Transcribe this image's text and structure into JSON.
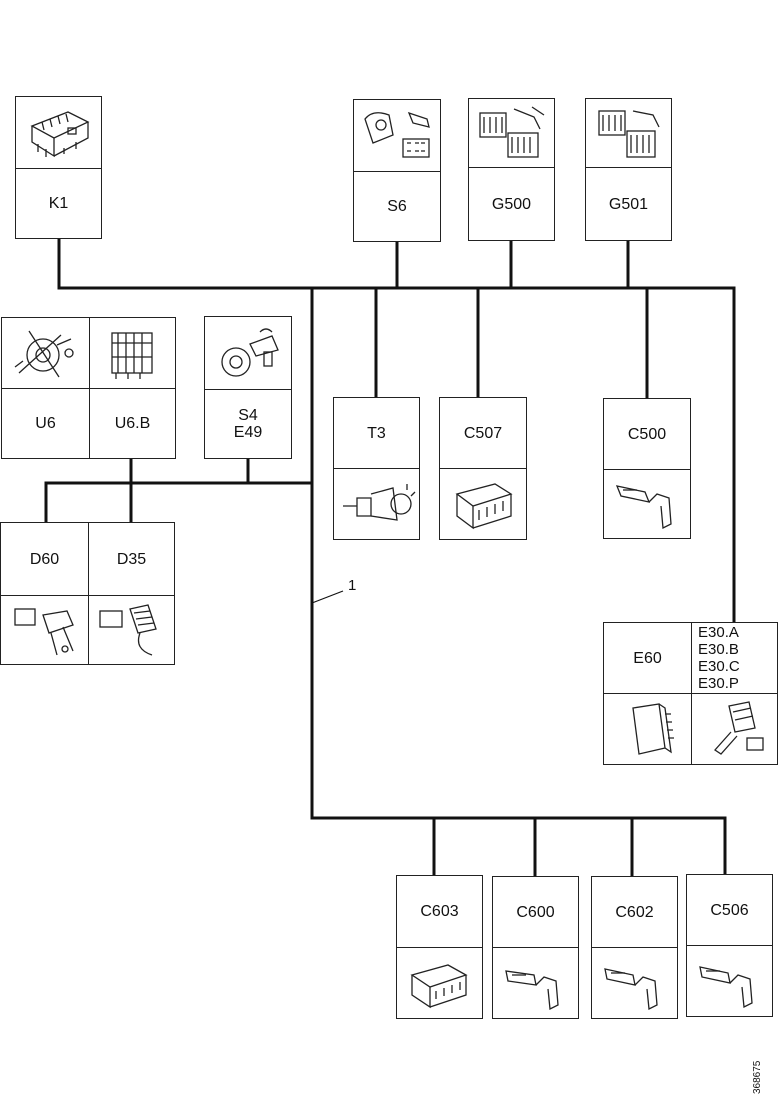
{
  "components": {
    "K1": "K1",
    "S6": "S6",
    "G500": "G500",
    "G501": "G501",
    "U6": "U6",
    "U6B": "U6.B",
    "S4": "S4",
    "E49": "E49",
    "T3": "T3",
    "C507": "C507",
    "C500": "C500",
    "D60": "D60",
    "D35": "D35",
    "E60": "E60",
    "E30A": "E30.A",
    "E30B": "E30.B",
    "E30C": "E30.C",
    "E30P": "E30.P",
    "C603": "C603",
    "C600": "C600",
    "C602": "C602",
    "C506": "C506"
  },
  "callout": "1",
  "document_id": "368675",
  "colors": {
    "line": "#111111",
    "box_border": "#222222",
    "background": "#ffffff"
  }
}
